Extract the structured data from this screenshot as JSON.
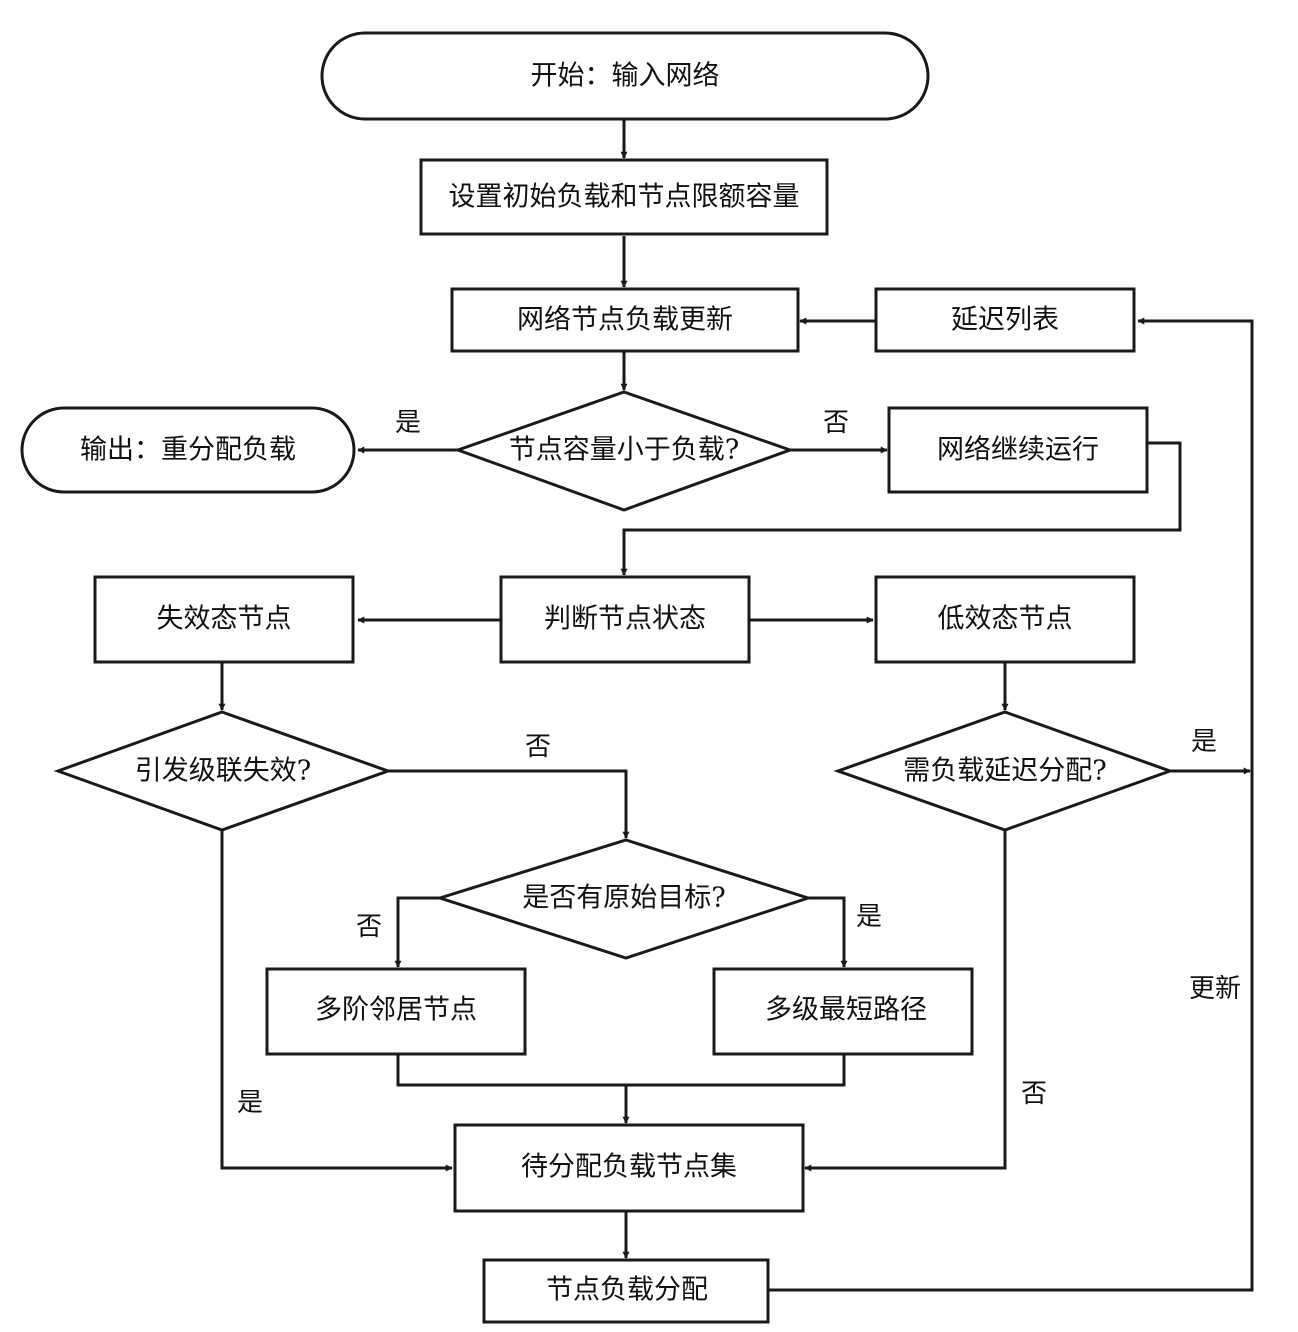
{
  "nodes": {
    "start": "开始：输入网络",
    "set_initial": "设置初始负载和节点限额容量",
    "load_update": "网络节点负载更新",
    "delay_list": "延迟列表",
    "capacity_check": "节点容量小于负载?",
    "output": "输出：重分配负载",
    "continue_run": "网络继续运行",
    "judge_state": "判断节点状态",
    "failed_node": "失效态节点",
    "low_eff_node": "低效态节点",
    "cascade_check": "引发级联失效?",
    "delay_check": "需负载延迟分配?",
    "original_target_check": "是否有原始目标?",
    "multi_neighbor": "多阶邻居节点",
    "multi_shortest": "多级最短路径",
    "pending_set": "待分配负载节点集",
    "load_assign": "节点负载分配"
  },
  "edge_labels": {
    "capacity_yes": "是",
    "capacity_no": "否",
    "cascade_no": "否",
    "cascade_yes": "是",
    "target_no": "否",
    "target_yes": "是",
    "delay_yes": "是",
    "delay_no": "否",
    "update": "更新"
  }
}
